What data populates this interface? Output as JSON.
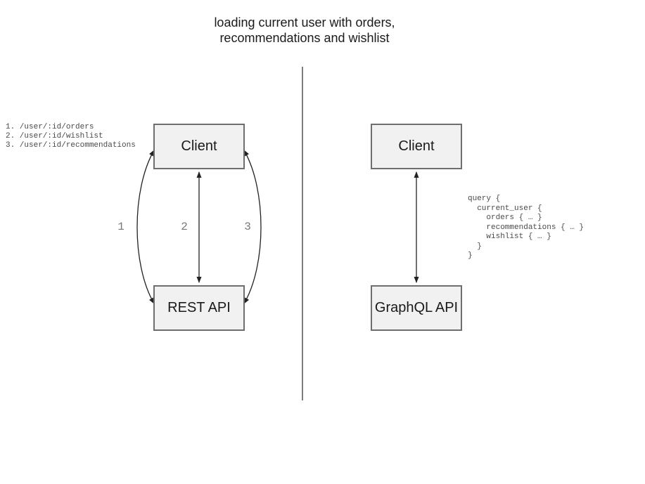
{
  "title": {
    "line1": "loading current user with orders,",
    "line2": "recommendations and wishlist"
  },
  "left_panel": {
    "endpoints": "1. /user/:id/orders\n2. /user/:id/wishlist\n3. /user/:id/recommendations",
    "client_label": "Client",
    "api_label": "REST API",
    "arrow_labels": [
      "1",
      "2",
      "3"
    ]
  },
  "right_panel": {
    "client_label": "Client",
    "api_label": "GraphQL API",
    "query": "query {\n  current_user {\n    orders { … }\n    recommendations { … }\n    wishlist { … }\n  }\n}"
  },
  "colors": {
    "box_fill": "#f1f1f1",
    "box_border": "#6e6e6e",
    "arrow": "#222222",
    "divider": "#7d7d7d",
    "code_text": "#4a4a4a",
    "arrow_label": "#777777"
  }
}
